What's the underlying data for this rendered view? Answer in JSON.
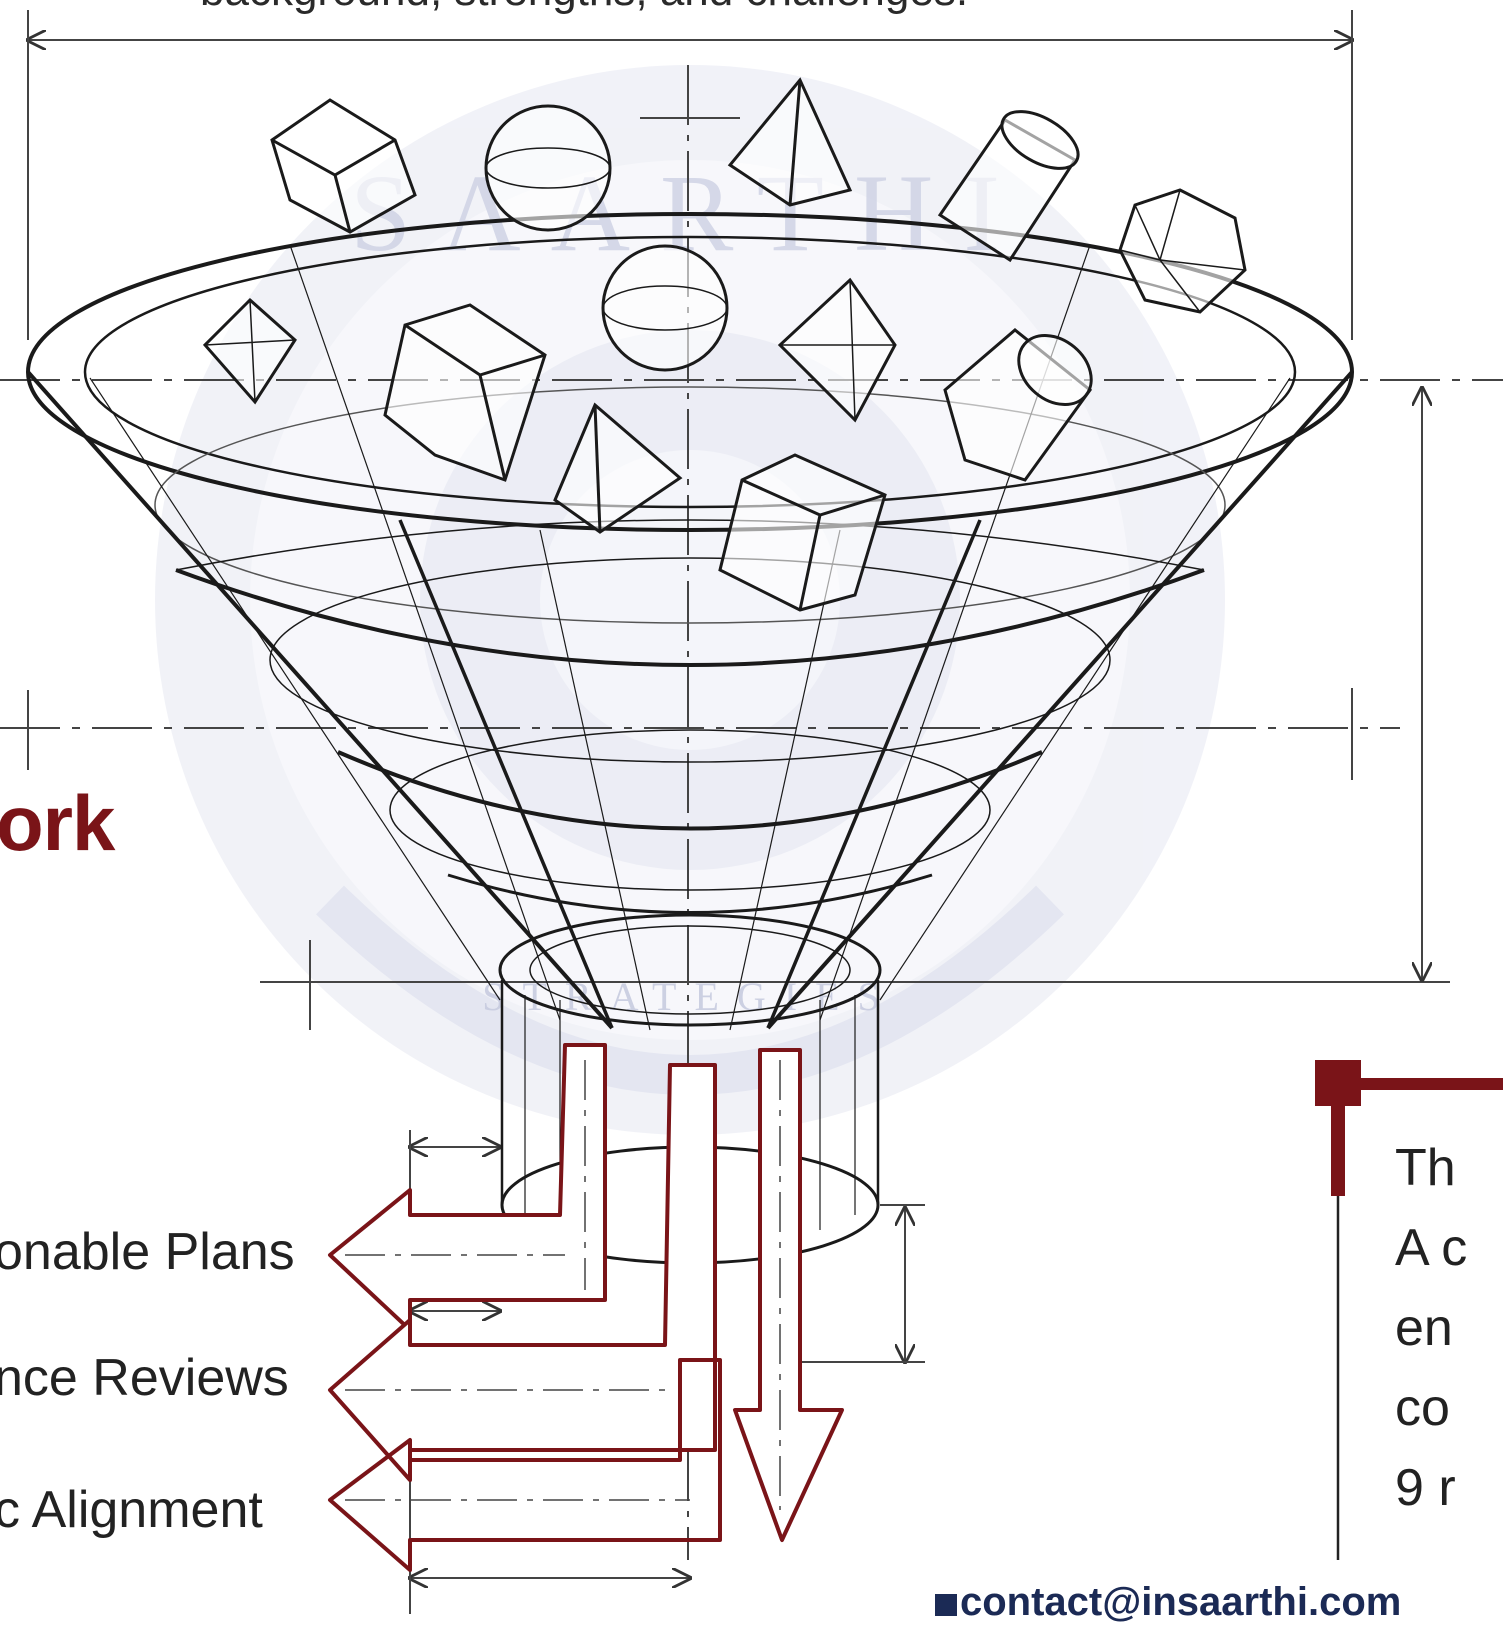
{
  "caption": "background, strengths, and challenges.",
  "heading_fragment": "ork",
  "outputs": [
    {
      "label": "onable Plans"
    },
    {
      "label": "nce Reviews"
    },
    {
      "label": "c Alignment"
    }
  ],
  "side_panel_lines": [
    "Th",
    "A c",
    "en",
    "co",
    "9 r"
  ],
  "contact": "contact@insaarthi.com",
  "watermark": {
    "arc_text": "SAARTHI",
    "bottom_text": "STRATEGIES"
  },
  "colors": {
    "accent": "#7a1418",
    "line": "#1a1a1a",
    "watermark": "#d9dcec",
    "contact": "#1b2a55"
  }
}
